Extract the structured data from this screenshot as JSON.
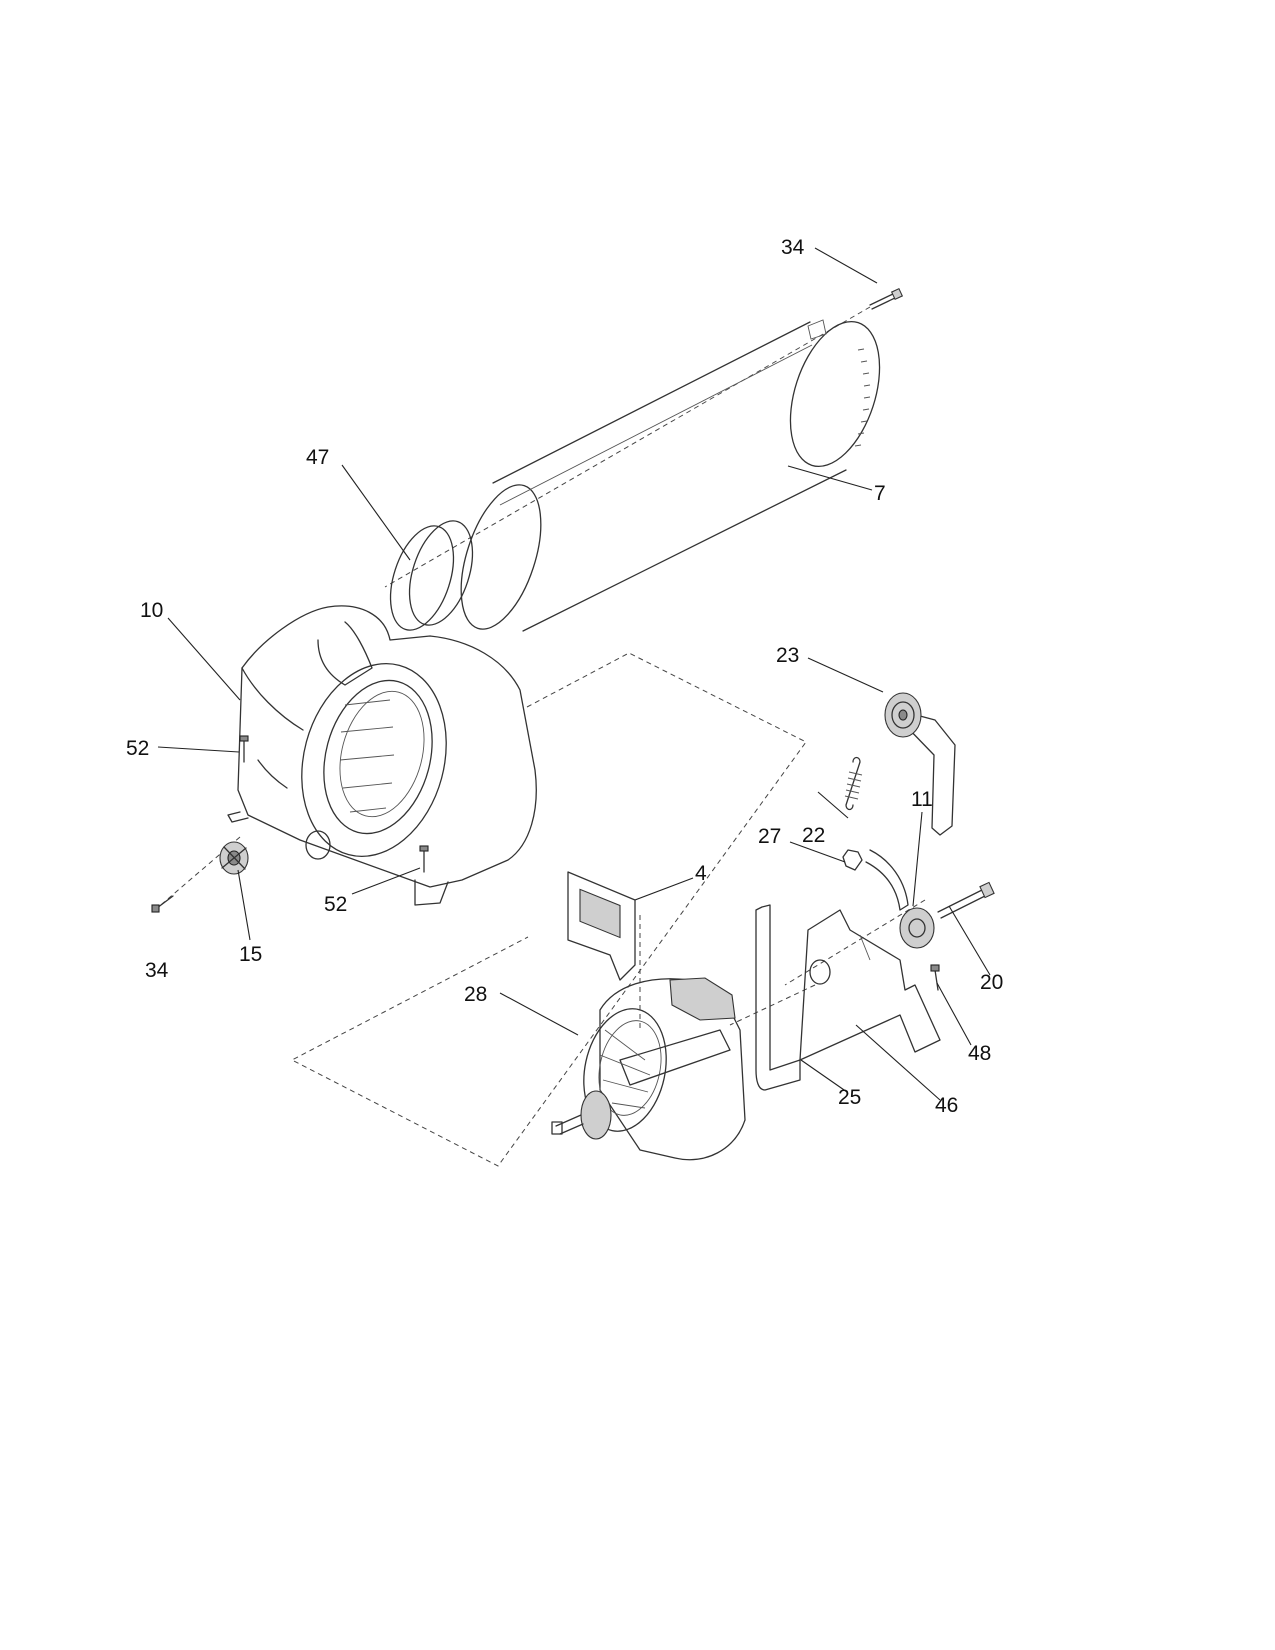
{
  "callouts": [
    {
      "id": "c34a",
      "text": "34"
    },
    {
      "id": "c7",
      "text": "7"
    },
    {
      "id": "c47",
      "text": "47"
    },
    {
      "id": "c10",
      "text": "10"
    },
    {
      "id": "c23",
      "text": "23"
    },
    {
      "id": "c52a",
      "text": "52"
    },
    {
      "id": "c22",
      "text": "22"
    },
    {
      "id": "c27",
      "text": "27"
    },
    {
      "id": "c11",
      "text": "11"
    },
    {
      "id": "c4",
      "text": "4"
    },
    {
      "id": "c52b",
      "text": "52"
    },
    {
      "id": "c34b",
      "text": "34"
    },
    {
      "id": "c15",
      "text": "15"
    },
    {
      "id": "c20",
      "text": "20"
    },
    {
      "id": "c28",
      "text": "28"
    },
    {
      "id": "c48",
      "text": "48"
    },
    {
      "id": "c25",
      "text": "25"
    },
    {
      "id": "c46",
      "text": "46"
    }
  ]
}
